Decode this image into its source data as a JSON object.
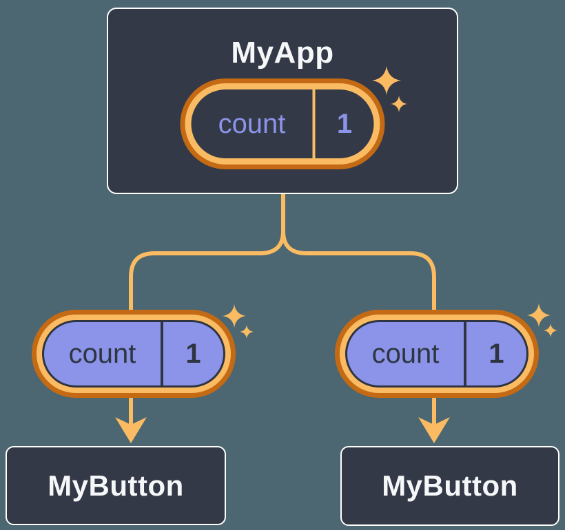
{
  "diagram": {
    "root": {
      "label": "MyApp",
      "state": {
        "name": "count",
        "value": "1"
      }
    },
    "children": [
      {
        "label": "MyButton",
        "prop": {
          "name": "count",
          "value": "1"
        }
      },
      {
        "label": "MyButton",
        "prop": {
          "name": "count",
          "value": "1"
        }
      }
    ]
  },
  "colors": {
    "background": "#4C6771",
    "card_bg": "#333946",
    "card_border": "#FFFFFF",
    "text_light": "#F6F7F9",
    "orange_dark": "#C46A14",
    "orange_light": "#FABB63",
    "periwinkle": "#8B94E9",
    "pill_dark_text": "#2F3540"
  }
}
